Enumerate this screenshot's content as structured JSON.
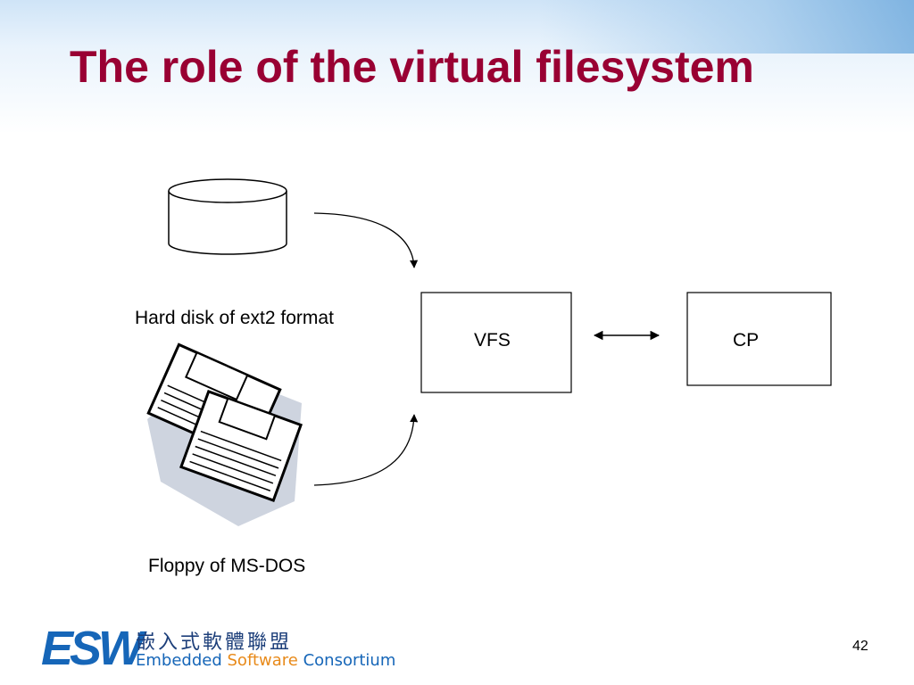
{
  "slide": {
    "title": "The role of the virtual filesystem",
    "page_number": "42"
  },
  "diagram": {
    "hard_disk_label": "Hard disk of ext2 format",
    "floppy_label": "Floppy of MS-DOS",
    "vfs_label": "VFS",
    "cp_label": "CP"
  },
  "footer": {
    "logo_mark": "ESW",
    "logo_chinese": "嵌入式軟體聯盟",
    "logo_english_start": "Embedded",
    "logo_english_mid": "Software",
    "logo_english_end": "Consortium"
  },
  "colors": {
    "title": "#990033",
    "logo_blue": "#1666b8",
    "logo_orange": "#e88a1a"
  }
}
